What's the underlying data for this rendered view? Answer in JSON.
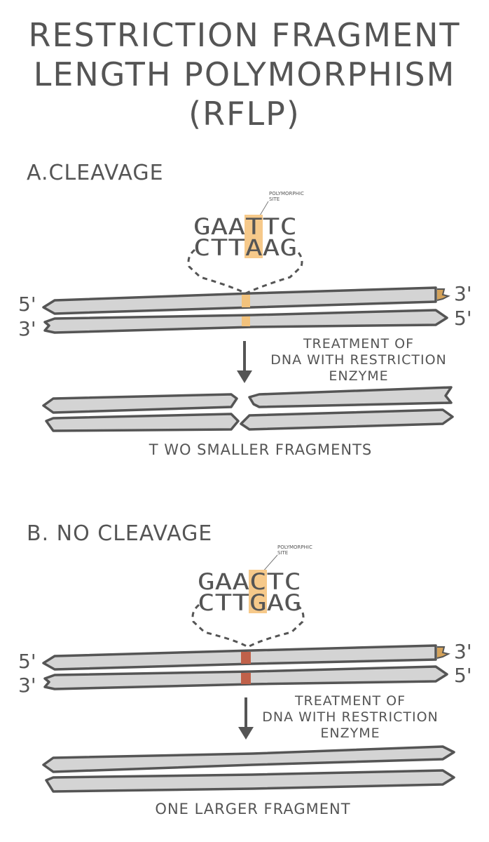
{
  "title": {
    "line1": "RESTRICTION FRAGMENT",
    "line2": "LENGTH POLYMORPHISM",
    "line3": "(RFLP)"
  },
  "section_a": {
    "heading": "A.CLEAVAGE",
    "site_label_1": "POLYMORPHIC",
    "site_label_2": "SITE",
    "seq_top": "GAATTC",
    "seq_bottom": "CTTAAG",
    "end_top_left": "5'",
    "end_bottom_left": "3'",
    "end_top_right": "3'",
    "end_bottom_right": "5'",
    "treatment_line1": "TREATMENT OF",
    "treatment_line2": "DNA WITH RESTRICTION",
    "treatment_line3": "ENZYME",
    "caption": "T WO SMALLER FRAGMENTS"
  },
  "section_b": {
    "heading": "B. NO CLEAVAGE",
    "site_label_1": "POLYMORPHIC",
    "site_label_2": "SITE",
    "seq_top": "GAACTC",
    "seq_bottom": "CTTGAG",
    "end_top_left": "5'",
    "end_bottom_left": "3'",
    "end_top_right": "3'",
    "end_bottom_right": "5'",
    "treatment_line1": "TREATMENT OF",
    "treatment_line2": "DNA WITH RESTRICTION",
    "treatment_line3": "ENZYME",
    "caption": "ONE LARGER FRAGMENT"
  },
  "colors": {
    "ink": "#555555",
    "strand_fill": "#d4d4d4",
    "highlight": "#f6c98a",
    "site_cleave": "#f2c27c",
    "site_nocleave": "#c0614a"
  }
}
